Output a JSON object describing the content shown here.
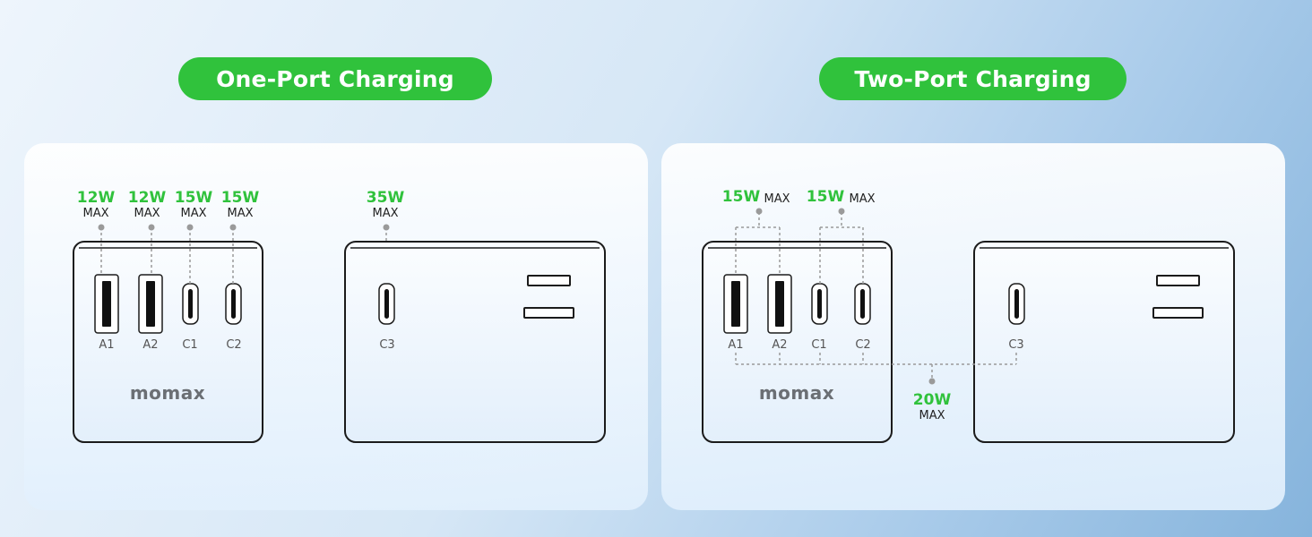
{
  "headers": {
    "one_port": "One-Port Charging",
    "two_port": "Two-Port Charging"
  },
  "brand": "momax",
  "one_port": {
    "ports": [
      {
        "name": "A1",
        "watt": "12W",
        "max": "MAX"
      },
      {
        "name": "A2",
        "watt": "12W",
        "max": "MAX"
      },
      {
        "name": "C1",
        "watt": "15W",
        "max": "MAX"
      },
      {
        "name": "C2",
        "watt": "15W",
        "max": "MAX"
      },
      {
        "name": "C3",
        "watt": "35W",
        "max": "MAX"
      }
    ]
  },
  "two_port": {
    "port_labels": [
      "A1",
      "A2",
      "C1",
      "C2",
      "C3"
    ],
    "group_a": {
      "watt": "15W",
      "max": "MAX"
    },
    "group_c": {
      "watt": "15W",
      "max": "MAX"
    },
    "combined": {
      "watt": "20W",
      "max": "MAX"
    }
  },
  "colors": {
    "accent_green": "#30c23c",
    "outline": "#1b1b1b",
    "dotted": "#9a9a9a"
  }
}
